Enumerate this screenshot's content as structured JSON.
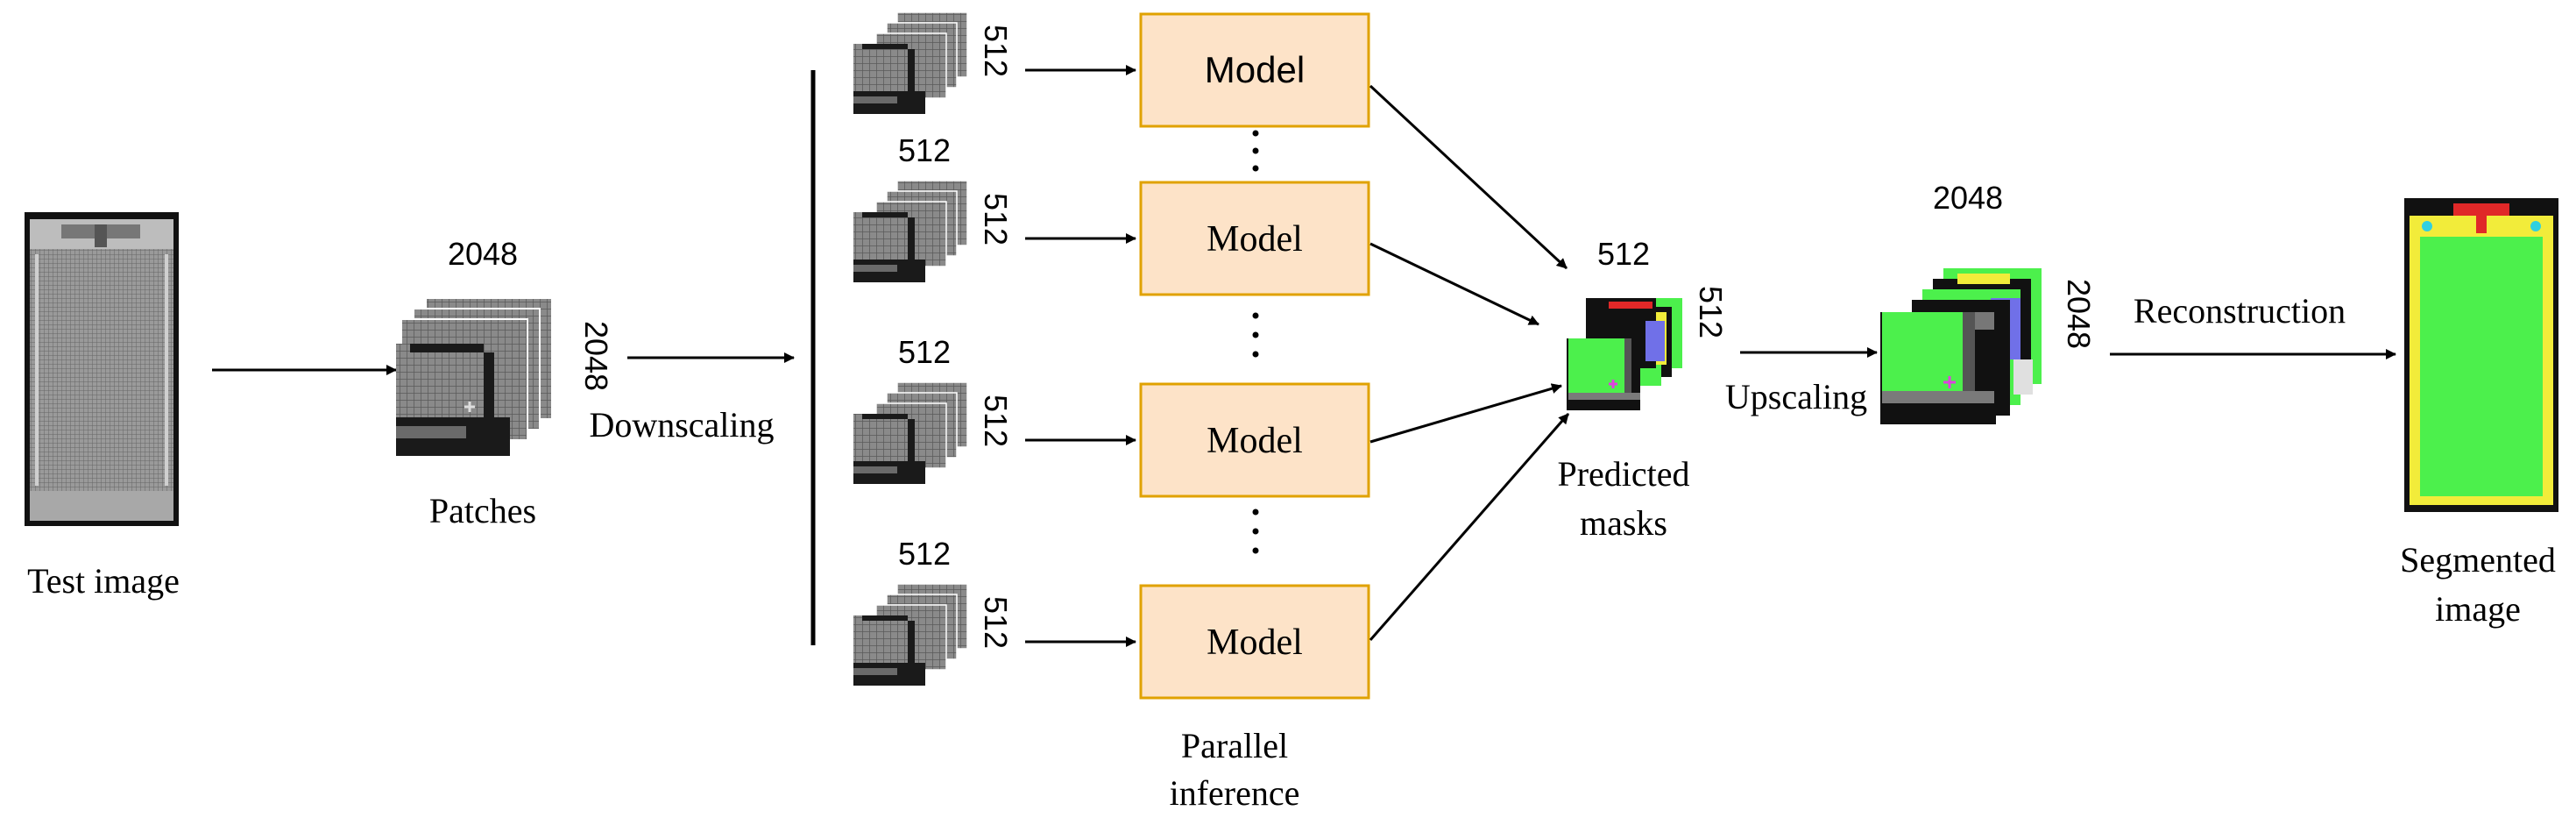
{
  "labels": {
    "test_image": "Test image",
    "patches": "Patches",
    "downscaling": "Downscaling",
    "parallel_inference_line1": "Parallel",
    "parallel_inference_line2": "inference",
    "predicted_masks_line1": "Predicted",
    "predicted_masks_line2": "masks",
    "upscaling": "Upscaling",
    "reconstruction": "Reconstruction",
    "segmented_image_line1": "Segmented",
    "segmented_image_line2": "image"
  },
  "dims": {
    "patch_width": "2048",
    "patch_height": "2048",
    "small_width": "512",
    "small_height": "512",
    "mask_width": "512",
    "mask_height": "512",
    "upscaled_width": "2048",
    "upscaled_height": "2048"
  },
  "models": [
    {
      "label": "Model"
    },
    {
      "label": "Model"
    },
    {
      "label": "Model"
    },
    {
      "label": "Model"
    }
  ],
  "colors": {
    "model_fill": "#fde3c8",
    "model_stroke": "#e0a200",
    "mask_green": "#4cf04c",
    "mask_yellow": "#f2ec3a",
    "mask_red": "#e02828",
    "mask_blue": "#7070e8"
  }
}
